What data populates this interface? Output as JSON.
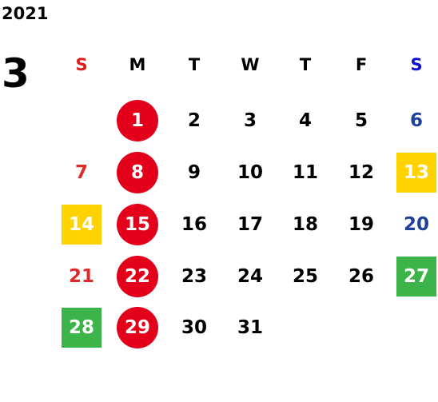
{
  "year": "2021",
  "month": "3",
  "weekdays": [
    {
      "label": "S",
      "color": "#e21b1b"
    },
    {
      "label": "M",
      "color": "#000000"
    },
    {
      "label": "T",
      "color": "#000000"
    },
    {
      "label": "W",
      "color": "#000000"
    },
    {
      "label": "T",
      "color": "#000000"
    },
    {
      "label": "F",
      "color": "#000000"
    },
    {
      "label": "S",
      "color": "#1010d8"
    }
  ],
  "first_weekday_index": 1,
  "days": [
    {
      "day": "1",
      "mark": "circle",
      "color": "#e3001b"
    },
    {
      "day": "2"
    },
    {
      "day": "3"
    },
    {
      "day": "4"
    },
    {
      "day": "5"
    },
    {
      "day": "6",
      "text_color": "#1e3f9a"
    },
    {
      "day": "7",
      "text_color": "#e02a2a"
    },
    {
      "day": "8",
      "mark": "circle",
      "color": "#e3001b"
    },
    {
      "day": "9"
    },
    {
      "day": "10"
    },
    {
      "day": "11"
    },
    {
      "day": "12"
    },
    {
      "day": "13",
      "mark": "square",
      "color": "#ffd200"
    },
    {
      "day": "14",
      "mark": "square",
      "color": "#ffd200"
    },
    {
      "day": "15",
      "mark": "circle",
      "color": "#e3001b"
    },
    {
      "day": "16"
    },
    {
      "day": "17"
    },
    {
      "day": "18"
    },
    {
      "day": "19"
    },
    {
      "day": "20",
      "text_color": "#1e3f9a"
    },
    {
      "day": "21",
      "text_color": "#e02a2a"
    },
    {
      "day": "22",
      "mark": "circle",
      "color": "#e3001b"
    },
    {
      "day": "23"
    },
    {
      "day": "24"
    },
    {
      "day": "25"
    },
    {
      "day": "26"
    },
    {
      "day": "27",
      "mark": "square",
      "color": "#3cb44a"
    },
    {
      "day": "28",
      "mark": "square",
      "color": "#3cb44a"
    },
    {
      "day": "29",
      "mark": "circle",
      "color": "#e3001b"
    },
    {
      "day": "30"
    },
    {
      "day": "31"
    }
  ]
}
